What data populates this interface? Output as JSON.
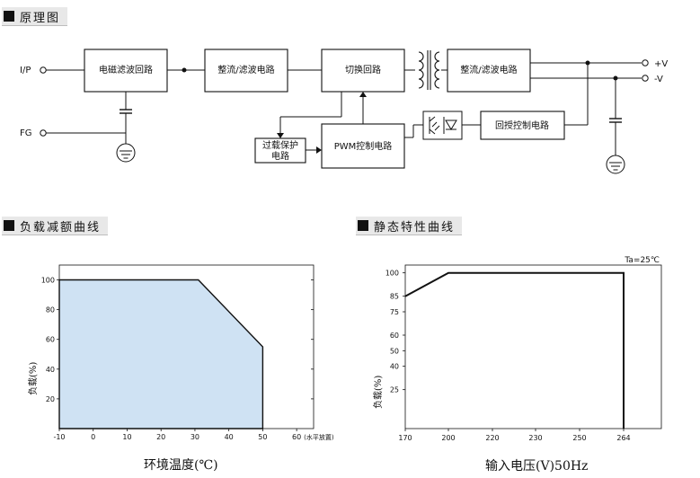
{
  "sections": {
    "principle": "原理图",
    "derating": "负载减额曲线",
    "static": "静态特性曲线"
  },
  "block_diagram": {
    "labels": {
      "ip": "I/P",
      "fg": "FG",
      "emi": "电磁滤波回路",
      "rect1": "整流/滤波电路",
      "switch": "切换回路",
      "rect2": "整流/滤波电路",
      "otp_line1": "过载保护",
      "otp_line2": "电路",
      "pwm": "PWM控制电路",
      "feedback": "回授控制电路",
      "out_pos": "+V",
      "out_neg": "-V"
    }
  },
  "chart_data": [
    {
      "type": "area",
      "x": [
        -10,
        31,
        50,
        50
      ],
      "y": [
        100,
        100,
        55,
        0
      ],
      "xlim": [
        -10,
        65
      ],
      "ylim": [
        0,
        110
      ],
      "xticks": [
        "-10",
        "0",
        "10",
        "20",
        "30",
        "40",
        "50",
        "60"
      ],
      "xtick_suffix": "(水平放置)",
      "yticks": [
        "20",
        "40",
        "60",
        "80",
        "100"
      ],
      "xlabel": "环境温度(℃)",
      "ylabel": "负载(%)",
      "fill_color": "#cfe2f3"
    },
    {
      "type": "line",
      "x": [
        170,
        200,
        264,
        264
      ],
      "y": [
        85,
        100,
        100,
        0
      ],
      "xlim": [
        170,
        285
      ],
      "ylim": [
        0,
        105
      ],
      "xticks": [
        "170",
        "200",
        "220",
        "230",
        "250",
        "264"
      ],
      "yticks": [
        "25",
        "40",
        "50",
        "60",
        "75",
        "85",
        "100"
      ],
      "annotation": "Ta=25℃",
      "xlabel": "输入电压(V)50Hz",
      "ylabel": "负载(%)"
    }
  ]
}
